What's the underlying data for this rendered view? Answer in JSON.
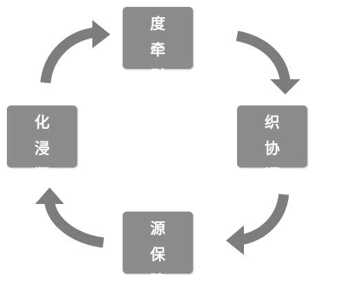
{
  "boxes": {
    "top": {
      "label": "制度牵引"
    },
    "right": {
      "label": "组织协调"
    },
    "bottom": {
      "label": "资源保障"
    },
    "left": {
      "label": "文化浸润"
    }
  },
  "colors": {
    "box_fill": "#8c8c8c",
    "arrow_fill": "#7d7d7d",
    "text": "#ffffff"
  }
}
